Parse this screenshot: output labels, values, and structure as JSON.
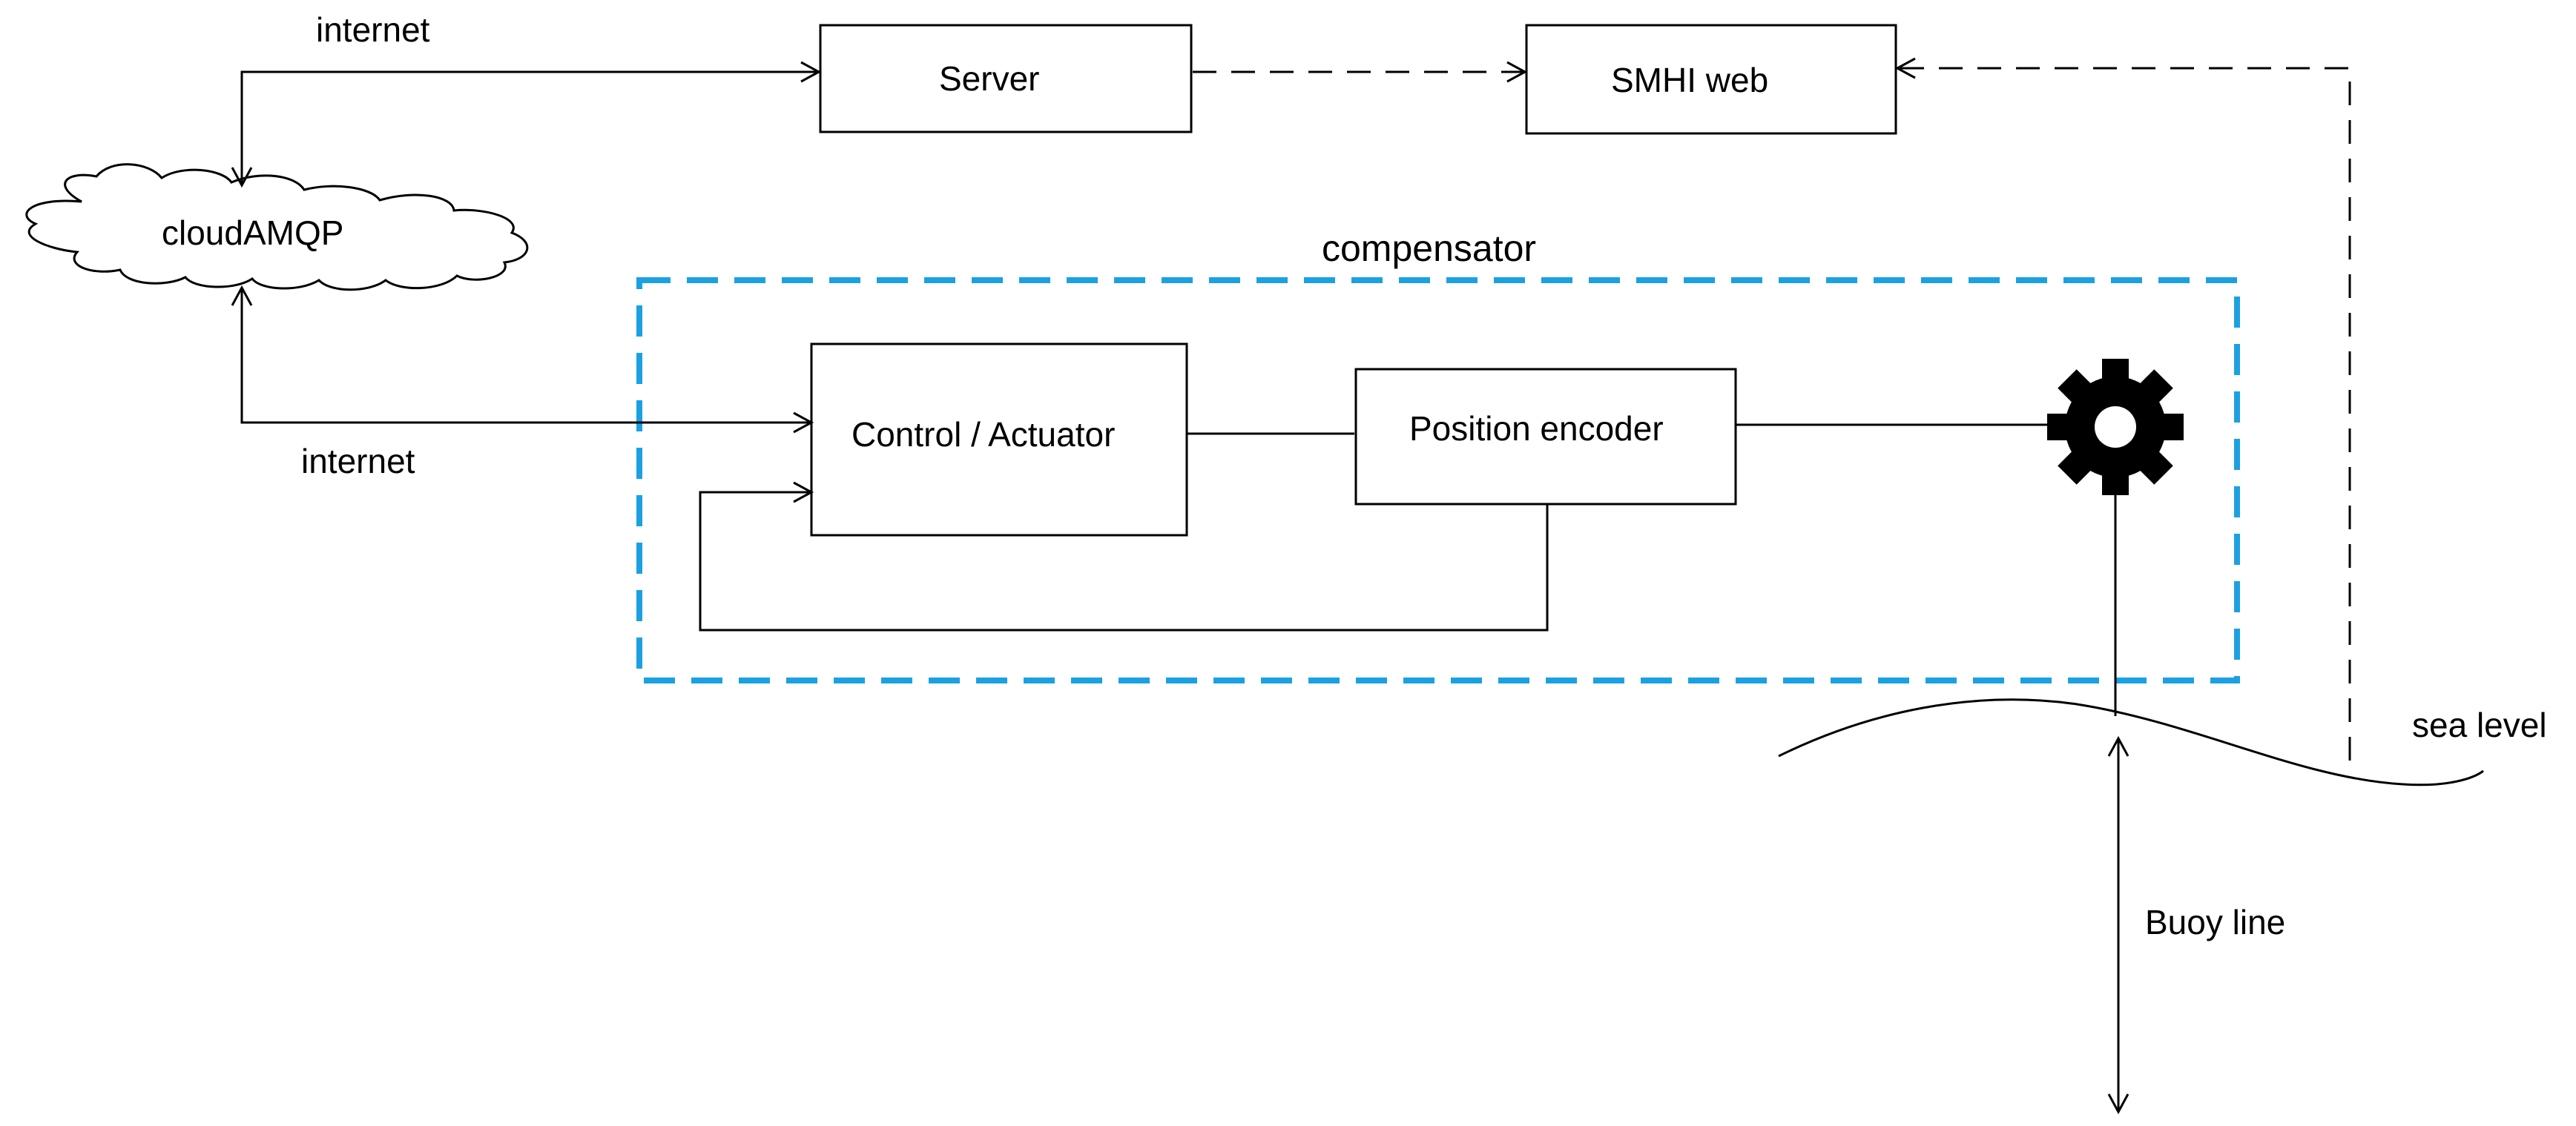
{
  "nodes": {
    "server": "Server",
    "smhi": "SMHI web",
    "cloud": "cloudAMQP",
    "control": "Control / Actuator",
    "encoder": "Position encoder"
  },
  "group": {
    "label": "compensator",
    "border_color": "#1BA1E2"
  },
  "labels": {
    "internet_top": "internet",
    "internet_bottom": "internet",
    "sea_level": "sea level",
    "buoy_line": "Buoy line"
  },
  "icons": {
    "gear": "gear-icon",
    "cloud": "cloud-shape"
  }
}
